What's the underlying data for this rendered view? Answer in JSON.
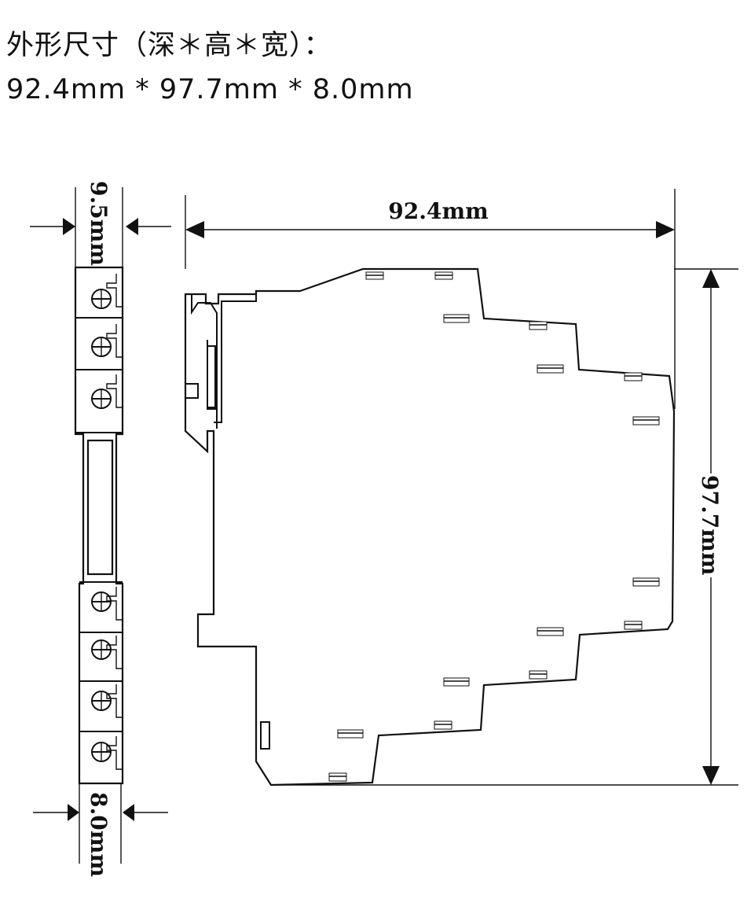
{
  "header": {
    "title": "外形尺寸（深＊高＊宽）：",
    "dimensions": "92.4mm * 97.7mm * 8.0mm"
  },
  "dimensions": {
    "top_width": "9.5mm",
    "bottom_width": "8.0mm",
    "depth": "92.4mm",
    "height": "97.7mm"
  },
  "colors": {
    "line": "#111111",
    "background": "#ffffff"
  }
}
